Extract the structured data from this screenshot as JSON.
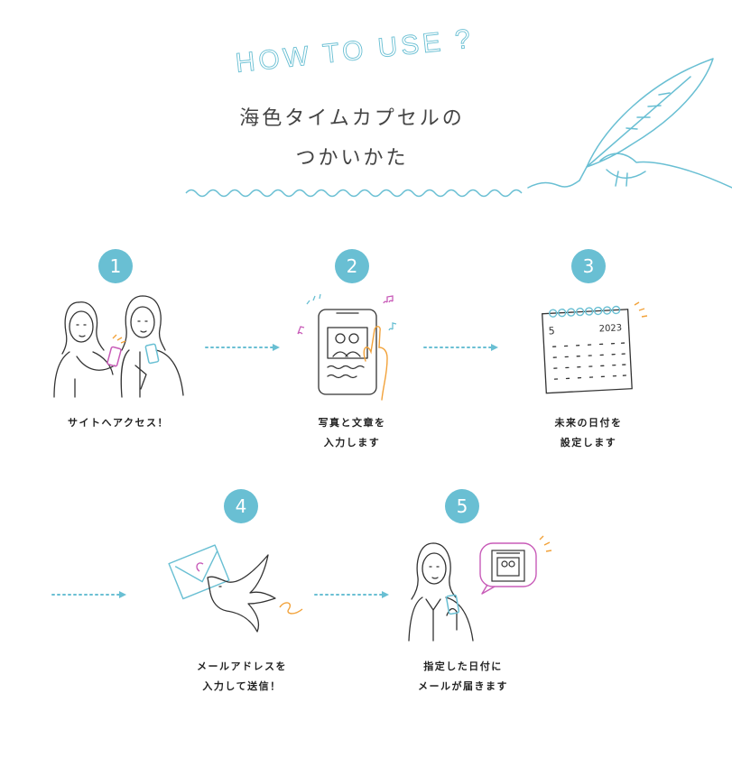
{
  "header": {
    "subtitle": "HOW TO USE ?",
    "title_line1": "海色タイムカプセルの",
    "title_line2": "つかいかた"
  },
  "steps": [
    {
      "number": "1",
      "caption_line1": "サイトへアクセス！",
      "caption_line2": ""
    },
    {
      "number": "2",
      "caption_line1": "写真と文章を",
      "caption_line2": "入力します"
    },
    {
      "number": "3",
      "caption_line1": "未来の日付を",
      "caption_line2": "設定します"
    },
    {
      "number": "4",
      "caption_line1": "メールアドレスを",
      "caption_line2": "入力して送信！"
    },
    {
      "number": "5",
      "caption_line1": "指定した日付に",
      "caption_line2": "メールが届きます"
    }
  ],
  "calendar": {
    "month": "5",
    "year": "2023"
  },
  "colors": {
    "accent": "#69bfd3",
    "line": "#333333",
    "pink": "#c85bb8",
    "orange": "#f2a23a"
  }
}
